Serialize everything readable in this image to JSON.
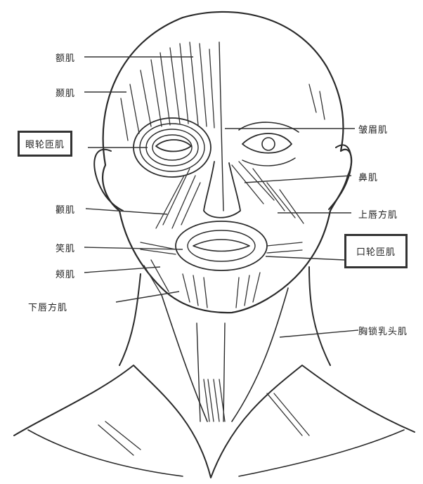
{
  "labels": {
    "frontalis": "额肌",
    "temporalis": "颞肌",
    "orbicularis_oculi": "眼轮匝肌",
    "zygomaticus": "颧肌",
    "risorius": "笑肌",
    "buccinator": "颊肌",
    "depressor_labii": "下唇方肌",
    "corrugator": "皱眉肌",
    "nasalis": "鼻肌",
    "levator_labii": "上唇方肌",
    "orbicularis_oris": "口轮匝肌",
    "sternocleidomastoid": "胸锁乳头肌"
  }
}
